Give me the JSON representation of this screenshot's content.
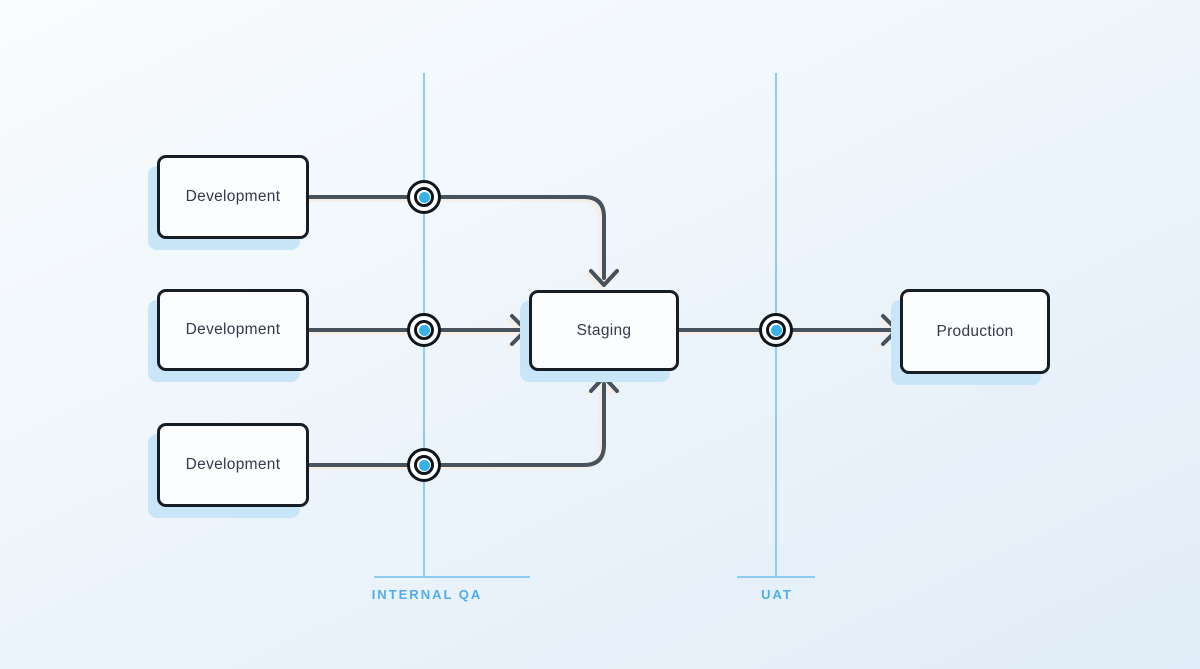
{
  "diagram": {
    "title": "deployment-pipeline",
    "nodes": {
      "dev1": {
        "label": "Development"
      },
      "dev2": {
        "label": "Development"
      },
      "dev3": {
        "label": "Development"
      },
      "staging": {
        "label": "Staging"
      },
      "production": {
        "label": "Production"
      }
    },
    "gates": {
      "internal_qa": {
        "label": "INTERNAL QA"
      },
      "uat": {
        "label": "UAT"
      }
    },
    "edges": [
      {
        "from": "dev1",
        "to": "staging",
        "through_gate": "internal_qa"
      },
      {
        "from": "dev2",
        "to": "staging",
        "through_gate": "internal_qa"
      },
      {
        "from": "dev3",
        "to": "staging",
        "through_gate": "internal_qa"
      },
      {
        "from": "staging",
        "to": "production",
        "through_gate": "uat"
      }
    ],
    "colors": {
      "accent_blue": "#36b2e9",
      "gate_line": "#8fccf1",
      "gate_label": "#4fadea",
      "arrow": "#47525d",
      "node_border": "#161d24",
      "node_fill": "#fcfdfe",
      "node_shadow": "#c8e6f8",
      "node_text": "#323b47",
      "background_light": "#f9fcfe",
      "background_dark": "#e1edf8"
    }
  }
}
